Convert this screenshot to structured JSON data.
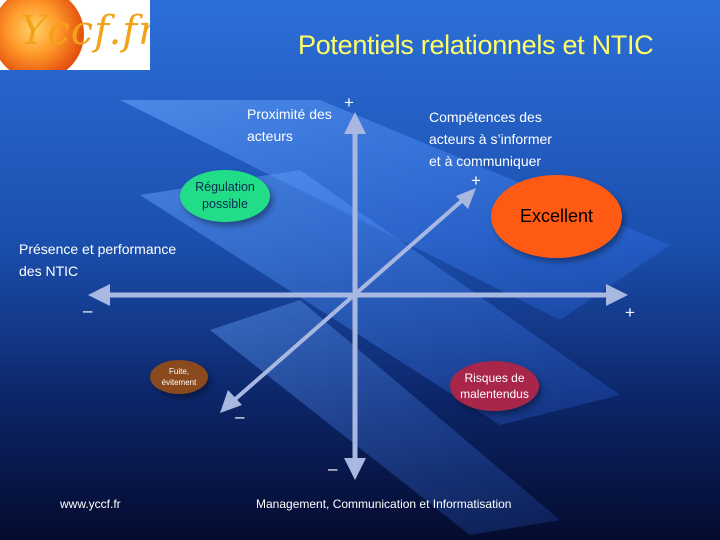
{
  "logo": {
    "text": "Yccf.fr"
  },
  "title": "Potentiels relationnels et NTIC",
  "axes": {
    "vertical_label": "Proximité des\nacteurs",
    "horizontal_label": "Présence et performance\ndes NTIC",
    "diagonal_label": "Compétences des\nacteurs à s’informer\net à communiquer",
    "plus_sign": "+",
    "minus_sign": "–"
  },
  "bubbles": {
    "regulation": {
      "label": "Régulation\npossible",
      "color": "#22dd88"
    },
    "excellent": {
      "label": "Excellent",
      "color": "#ff5a14"
    },
    "fuite": {
      "label": "Fuite,\névitement",
      "color": "#8a4a1e"
    },
    "risques": {
      "label": "Risques de\nmalentendus",
      "color": "#a8264a"
    }
  },
  "footer": {
    "left": "www.yccf.fr",
    "center": "Management, Communication et Informatisation"
  }
}
